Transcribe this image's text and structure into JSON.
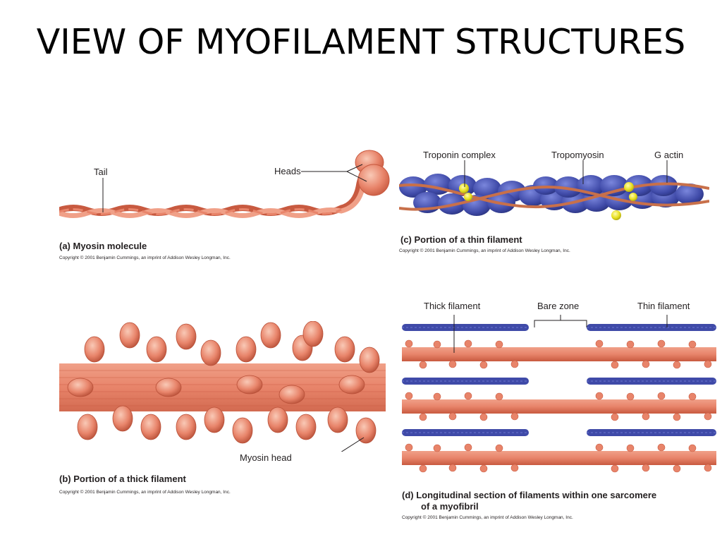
{
  "slide": {
    "title": "VIEW OF MYOFILAMENT STRUCTURES"
  },
  "panels": {
    "a": {
      "labels": {
        "tail": "Tail",
        "heads": "Heads"
      },
      "caption": "(a)  Myosin molecule",
      "copyright": "Copyright © 2001 Benjamin Cummings, an imprint of Addison Wesley Longman, Inc."
    },
    "b": {
      "labels": {
        "myosin_head": "Myosin head"
      },
      "caption": "(b)  Portion of a thick filament",
      "copyright": "Copyright © 2001 Benjamin Cummings, an imprint of Addison Wesley Longman, Inc."
    },
    "c": {
      "labels": {
        "troponin_complex": "Troponin complex",
        "tropomyosin": "Tropomyosin",
        "g_actin": "G actin"
      },
      "caption": "(c)  Portion of a thin filament",
      "copyright": "Copyright © 2001 Benjamin Cummings, an imprint of Addison Wesley Longman, Inc."
    },
    "d": {
      "labels": {
        "thick_filament": "Thick filament",
        "bare_zone": "Bare zone",
        "thin_filament": "Thin filament"
      },
      "caption_line1": "(d)  Longitudinal section of filaments within one sarcomere",
      "caption_line2": "of a myofibril",
      "copyright": "Copyright © 2001 Benjamin Cummings, an imprint of Addison Wesley Longman, Inc."
    }
  },
  "colors": {
    "muscle": "#e8846a",
    "muscle_dark": "#c85a40",
    "actin": "#3f4aa8",
    "actin_light": "#6b76cf",
    "troponin": "#e8e020",
    "tropomyosin": "#c8704a"
  }
}
